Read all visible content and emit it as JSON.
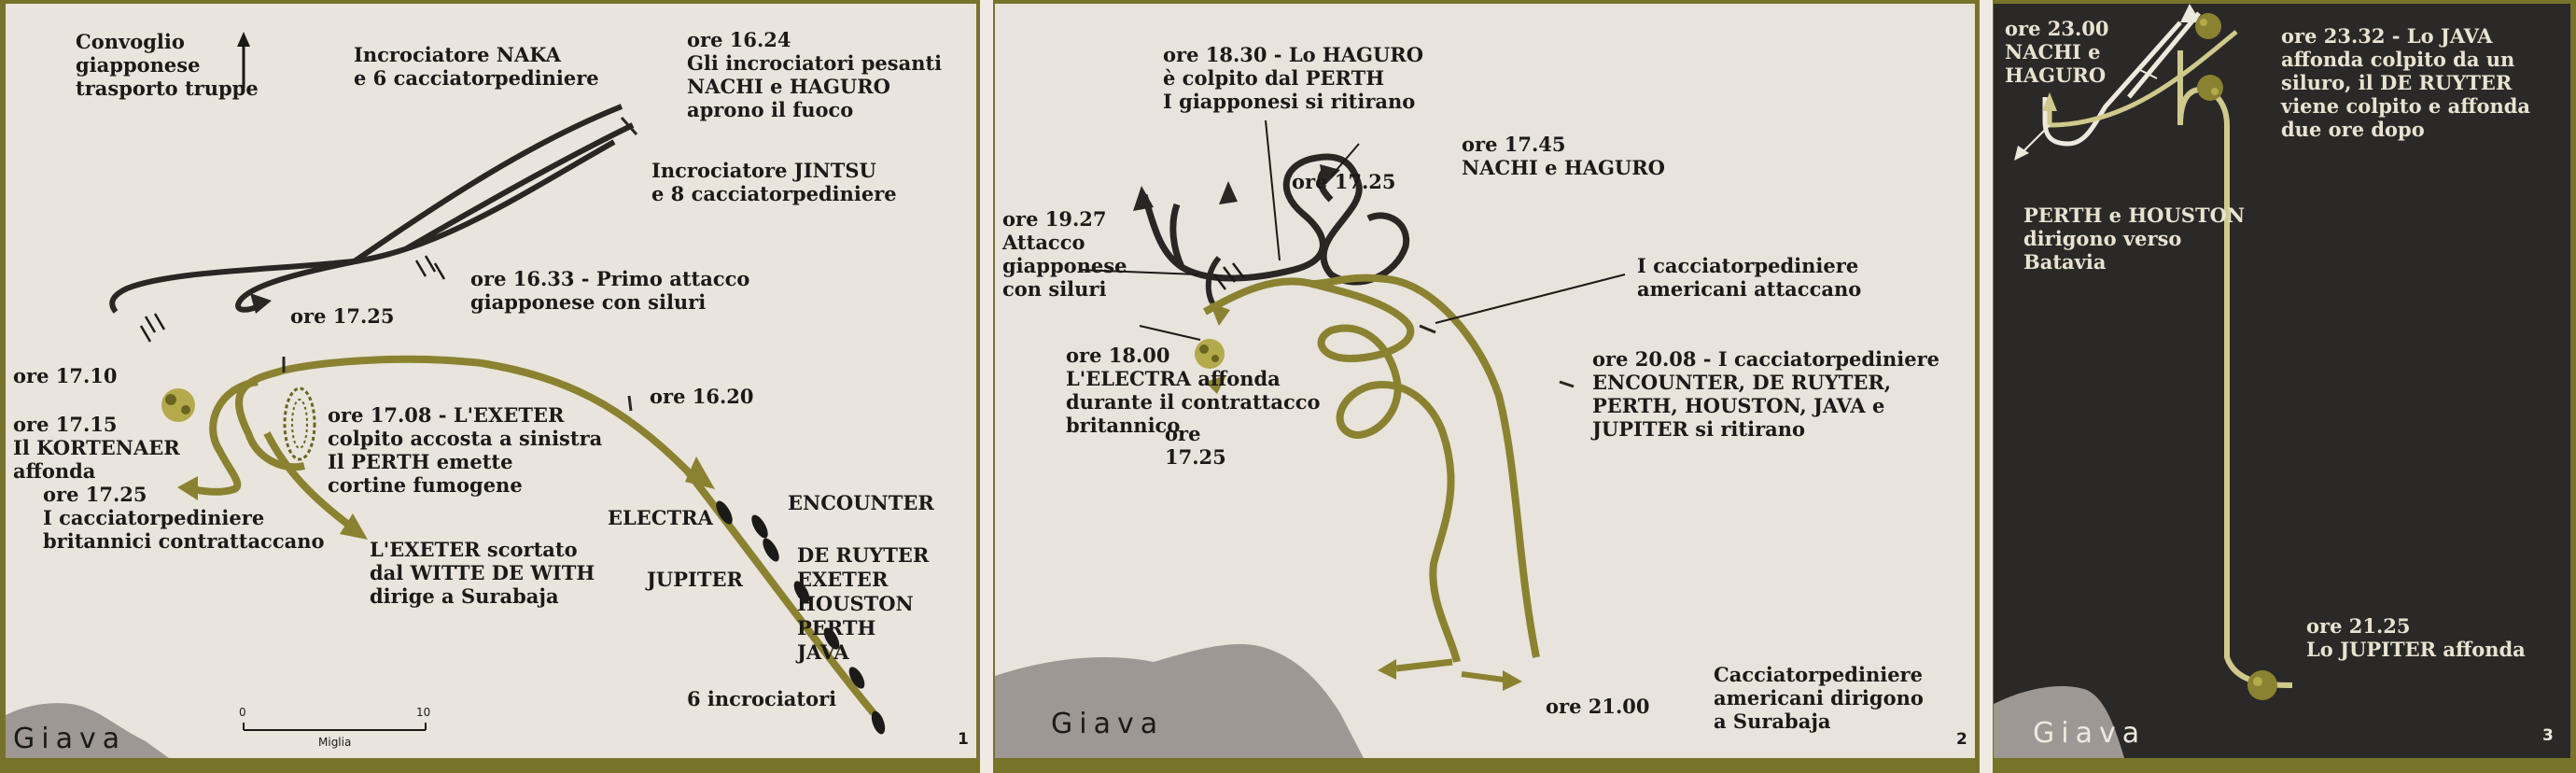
{
  "panel1": {
    "convoy": "Convoglio\ngiapponese\ntrasporto truppe",
    "naka": "Incrociatore NAKA\ne 6 cacciatorpediniere",
    "t1624": "ore 16.24\nGli incrociatori pesanti\nNACHI e HAGURO\naprono il fuoco",
    "jintsu": "Incrociatore JINTSU\ne 8 cacciatorpediniere",
    "t1633": "ore 16.33 - Primo attacco\ngiapponese con siluri",
    "t1725a": "ore 17.25",
    "t1710": "ore 17.10",
    "t1715": "ore 17.15\nIl KORTENAER\naffonda",
    "t1725b": "ore 17.25\nI cacciatorpediniere\nbritannici contrattaccano",
    "t1708": "ore 17.08 - L'EXETER\ncolpito accosta a sinistra\nIl PERTH emette\ncortine fumogene",
    "t1620": "ore 16.20",
    "exeter": "L'EXETER scortato\ndal WITTE DE WITH\ndirige a Surabaja",
    "electra": "ELECTRA",
    "jupiter": "JUPITER",
    "encounter": "ENCOUNTER",
    "ships": "DE RUYTER\nEXETER\nHOUSTON\nPERTH\nJAVA",
    "cruisers": "6 incrociatori",
    "scale_zero": "0",
    "scale_ten": "10",
    "scale_unit": "Miglia",
    "island": "Giava",
    "number": "1"
  },
  "panel2": {
    "t1830": "ore 18.30 - Lo HAGURO\nè colpito dal PERTH\nI giapponesi si ritirano",
    "t1745": "ore 17.45\nNACHI e HAGURO",
    "t1725a": "ore 17.25",
    "t1927": "ore 19.27\nAttacco\ngiapponese\ncon siluri",
    "us_attack": "I cacciatorpediniere\namericani attaccano",
    "t1800": "ore 18.00\nL'ELECTRA affonda\ndurante il contrattacco\nbritannico",
    "t1725b": "ore\n17.25",
    "t2008": "ore 20.08 - I cacciatorpediniere\nENCOUNTER, DE RUYTER,\nPERTH, HOUSTON, JAVA e\nJUPITER si ritirano",
    "t2100": "ore 21.00",
    "us_surabaja": "Cacciatorpediniere\namericani dirigono\na Surabaja",
    "island": "Giava",
    "number": "2"
  },
  "panel3": {
    "t2300": "ore 23.00\nNACHI e\nHAGURO",
    "t2332": "ore 23.32 - Lo JAVA\naffonda colpito da un\nsiluro, il DE RUYTER\nviene colpito e affonda\ndue ore dopo",
    "perth": "PERTH e HOUSTON\ndirigono verso\nBatavia",
    "t2125": "ore 21.25\nLo JUPITER affonda",
    "island": "Giava",
    "number": "3"
  },
  "colors": {
    "allied_track": "#8a8230",
    "japanese_track": "#2a2624",
    "paper": "#e9e4dc",
    "night": "#2b2928"
  }
}
